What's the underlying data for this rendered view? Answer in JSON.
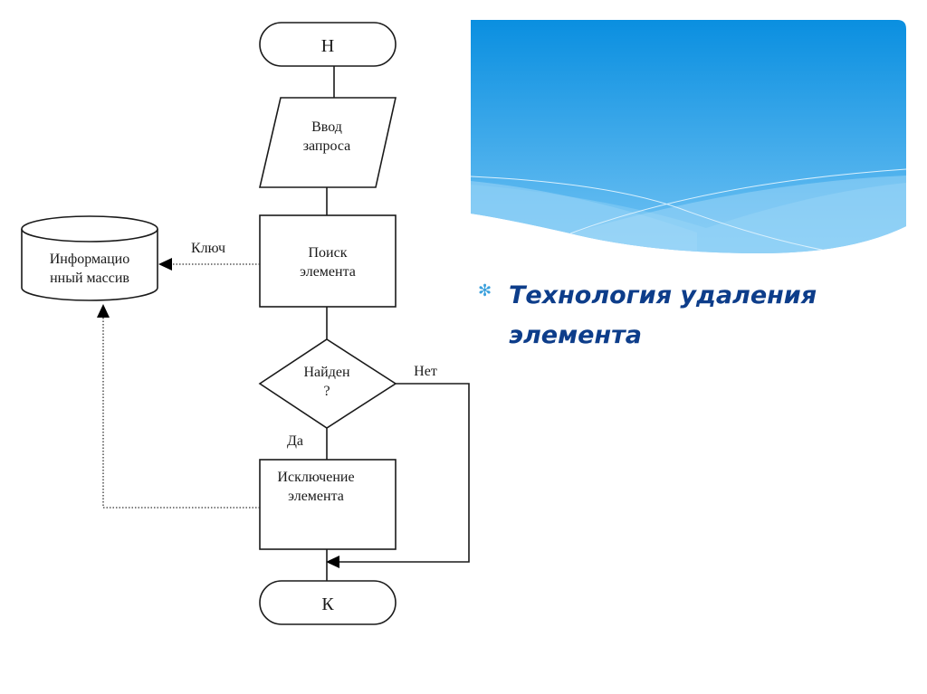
{
  "slide": {
    "title_bullet_icon": "asterisk-bullet",
    "title": "Технология удаления элемента",
    "title_color": "#0d3d8a",
    "banner_colors": {
      "top": "#0a8fe0",
      "bottom": "#7cc8f5"
    }
  },
  "flowchart": {
    "nodes": {
      "start": "Н",
      "input_line1": "Ввод",
      "input_line2": "запроса",
      "search_line1": "Поиск",
      "search_line2": "элемента",
      "storage_line1": "Информацио",
      "storage_line2": "нный массив",
      "decision_line1": "Найден",
      "decision_line2": "?",
      "remove_line1": "Исключение",
      "remove_line2": "элемента",
      "end": "К"
    },
    "edge_labels": {
      "key": "Ключ",
      "no": "Нет",
      "yes": "Да"
    }
  }
}
